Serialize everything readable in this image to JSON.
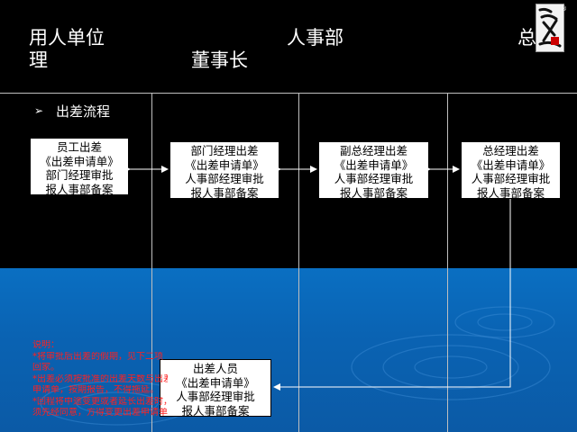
{
  "header": {
    "col1": "用人单位",
    "col2": "人事部",
    "col3": "总经",
    "row2_left": "理",
    "row2_mid": "董事长"
  },
  "section_title": "出差流程",
  "boxes": {
    "employee": [
      "员工出差",
      "《出差申请单》",
      "部门经理审批",
      "报人事部备案"
    ],
    "dept_manager": [
      "部门经理出差",
      "《出差申请单》",
      "人事部经理审批",
      "报人事部备案"
    ],
    "vice_gm": [
      "副总经理出差",
      "《出差申请单》",
      "人事部经理审批",
      "报人事部备案"
    ],
    "gm": [
      "总经理出差",
      "《出差申请单》",
      "人事部经理审批",
      "报人事部备案"
    ],
    "travel_staff": [
      "出差人员",
      "《出差申请单》",
      "人事部经理审批",
      "报人事部备案"
    ]
  },
  "notes": [
    "说明：",
    "*将审批后出差的假期，见下二项",
    "回家。",
    "*出差必须按批准的出差天数与出差",
    "申请单，按期报告，不得拖延。",
    "*回程将中途变更或者延长出差时，必",
    "须先经同意，方得变更出差申请单"
  ],
  "colors": {
    "background_top": "#000000",
    "background_bottom": "#0a63b3",
    "notes_text": "#ff2020",
    "lines": "#bfbfbf"
  },
  "icons": {
    "bullet": "chevron-right-icon",
    "logo": "calligraphy-seal-logo"
  }
}
